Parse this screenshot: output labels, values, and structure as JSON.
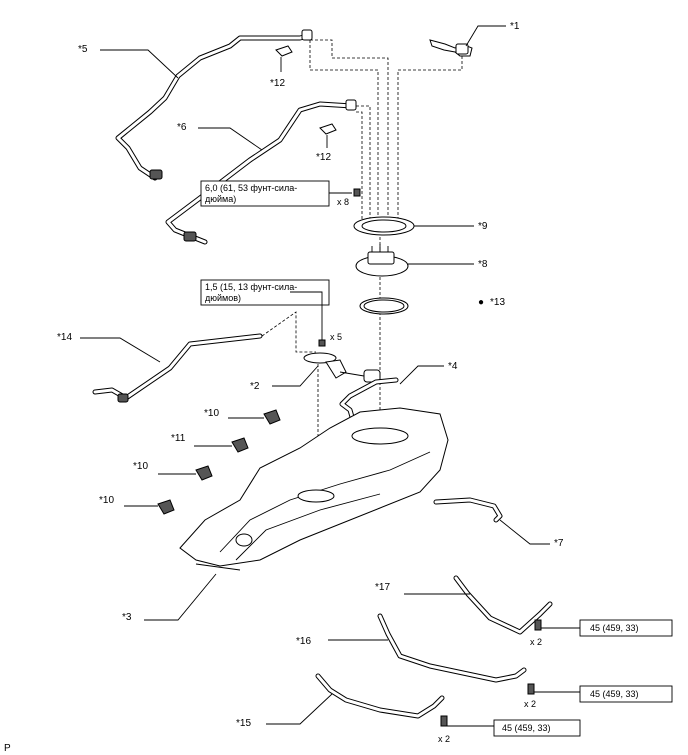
{
  "callouts": {
    "c1": "*1",
    "c2": "*2",
    "c3": "*3",
    "c4": "*4",
    "c5": "*5",
    "c6": "*6",
    "c7": "*7",
    "c8": "*8",
    "c9": "*9",
    "c10a": "*10",
    "c10b": "*10",
    "c10c": "*10",
    "c11": "*11",
    "c12a": "*12",
    "c12b": "*12",
    "c13": "*13",
    "c14": "*14",
    "c15": "*15",
    "c16": "*16",
    "c17": "*17"
  },
  "specs": {
    "torque_top_line1": "6,0 (61, 53 фунт-сила-",
    "torque_top_line2": "дюйма)",
    "torque_top_qty": "x 8",
    "torque_mid_line1": "1,5 (15, 13 фунт-сила-",
    "torque_mid_line2": "дюймов)",
    "torque_mid_qty": "x 5",
    "band17_torque": "45 (459, 33)",
    "band17_qty": "x 2",
    "band16_torque": "45 (459, 33)",
    "band16_qty": "x 2",
    "band15_torque": "45 (459, 33)",
    "band15_qty": "x 2"
  },
  "legend": {
    "bullet": "●"
  },
  "corner_label": "P"
}
